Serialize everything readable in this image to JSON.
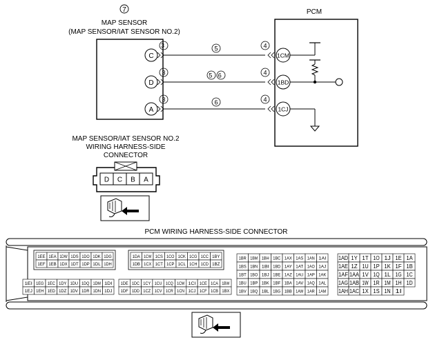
{
  "sensor": {
    "number": "7",
    "name": "MAP SENSOR",
    "subname": "(MAP SENSOR/IAT SENSOR NO.2)",
    "terminals": [
      {
        "label": "C",
        "connector": "3",
        "wire": "5",
        "pcm_connector": "4",
        "pcm_terminal": "1CM"
      },
      {
        "label": "D",
        "connector": "3",
        "wire": "5 6",
        "pcm_connector": "4",
        "pcm_terminal": "1BD"
      },
      {
        "label": "A",
        "connector": "3",
        "wire": "6",
        "pcm_connector": "4",
        "pcm_terminal": "1CJ"
      }
    ]
  },
  "pcm": {
    "title": "PCM"
  },
  "sensor_connector": {
    "title_lines": [
      "MAP SENSOR/IAT SENSOR NO.2",
      "WIRING HARNESS-SIDE",
      "CONNECTOR"
    ],
    "pins": [
      "D",
      "C",
      "B",
      "A"
    ]
  },
  "pcm_connector": {
    "title": "PCM WIRING HARNESS-SIDE CONNECTOR",
    "block1": {
      "top_row1": [
        "1EE",
        "1EA",
        "1DW",
        "1DS",
        "1DO",
        "1DK",
        "1DG"
      ],
      "top_row2": [
        "1EF",
        "1EB",
        "1DX",
        "1DT",
        "1DP",
        "1DL",
        "1DH"
      ],
      "bot_row1": [
        "1EI",
        "1EG",
        "1EC",
        "1DY",
        "1DU",
        "1DQ",
        "1DM",
        "1DI"
      ],
      "bot_row2": [
        "1EJ",
        "1EH",
        "1ED",
        "1DZ",
        "1DV",
        "1DR",
        "1DN",
        "1DJ"
      ]
    },
    "block2": {
      "top_row1": [
        "1DA",
        "1CW",
        "1CS",
        "1CO",
        "1CK",
        "1CG",
        "1CC",
        "1BY"
      ],
      "top_row2": [
        "1DB",
        "1CX",
        "1CT",
        "1CP",
        "1CL",
        "1CH",
        "1CD",
        "1BZ"
      ],
      "bot_row1": [
        "1DE",
        "1DC",
        "1CY",
        "1CU",
        "1CQ",
        "1CM",
        "1CI",
        "1CE",
        "1CA",
        "1BW"
      ],
      "bot_row2": [
        "1DF",
        "1DD",
        "1CZ",
        "1CV",
        "1CR",
        "1CN",
        "1CJ",
        "1CF",
        "1CB",
        "1BX"
      ]
    },
    "block3": {
      "rows": [
        [
          "1BR",
          "1BM",
          "1BH",
          "1BC",
          "1AX",
          "1AS",
          "1AN",
          "1AI"
        ],
        [
          "1BS",
          "1BN",
          "1BI",
          "1BD",
          "1AY",
          "1AT",
          "1AO",
          "1AJ"
        ],
        [
          "1BT",
          "1BO",
          "1BJ",
          "1BE",
          "1AZ",
          "1AU",
          "1AP",
          "1AK"
        ],
        [
          "1BU",
          "1BP",
          "1BK",
          "1BF",
          "1BA",
          "1AV",
          "1AQ",
          "1AL"
        ],
        [
          "1BV",
          "1BQ",
          "1BL",
          "1BG",
          "1BB",
          "1AW",
          "1AR",
          "1AM"
        ]
      ]
    },
    "block4": {
      "rows": [
        [
          "1AD",
          "1Y",
          "1T",
          "1O",
          "1J",
          "1E",
          "1A"
        ],
        [
          "1AE",
          "1Z",
          "1U",
          "1P",
          "1K",
          "1F",
          "1B"
        ],
        [
          "1AF",
          "1AA",
          "1V",
          "1Q",
          "1L",
          "1G",
          "1C"
        ],
        [
          "1AG",
          "1AB",
          "1W",
          "1R",
          "1M",
          "1H",
          "1D"
        ],
        [
          "1AH",
          "1AC",
          "1X",
          "1S",
          "1N",
          "1I",
          ""
        ]
      ]
    }
  }
}
